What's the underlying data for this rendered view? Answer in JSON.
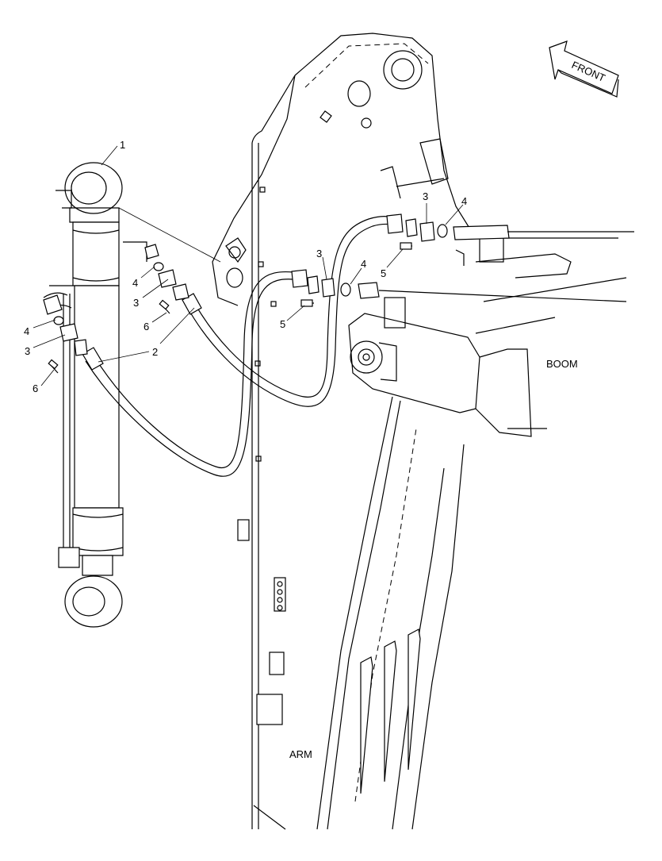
{
  "diagram": {
    "direction_label": "FRONT",
    "component_labels": {
      "boom": "BOOM",
      "arm": "ARM"
    },
    "callouts": [
      {
        "id": "c1",
        "text": "1"
      },
      {
        "id": "c2",
        "text": "2"
      },
      {
        "id": "c3a",
        "text": "3"
      },
      {
        "id": "c3b",
        "text": "3"
      },
      {
        "id": "c3c",
        "text": "3"
      },
      {
        "id": "c3d",
        "text": "3"
      },
      {
        "id": "c4a",
        "text": "4"
      },
      {
        "id": "c4b",
        "text": "4"
      },
      {
        "id": "c4c",
        "text": "4"
      },
      {
        "id": "c4d",
        "text": "4"
      },
      {
        "id": "c5a",
        "text": "5"
      },
      {
        "id": "c5b",
        "text": "5"
      },
      {
        "id": "c6a",
        "text": "6"
      },
      {
        "id": "c6b",
        "text": "6"
      }
    ],
    "colors": {
      "line": "#000000",
      "background": "#ffffff"
    }
  }
}
